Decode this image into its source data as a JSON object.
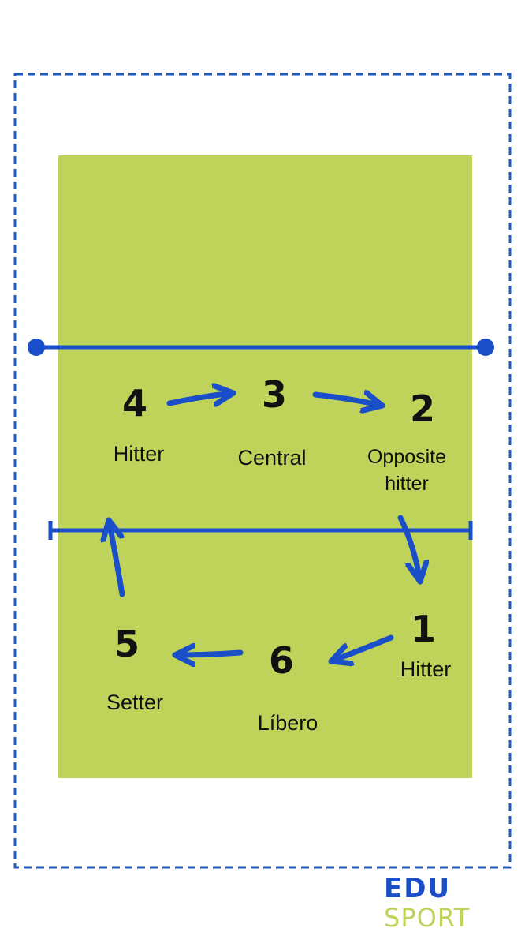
{
  "colors": {
    "court": "#bfd35a",
    "accent": "#1a4fc9",
    "border": "#1f5bc0",
    "text": "#111111",
    "logo_sport": "#bfd35a"
  },
  "positions": [
    {
      "number": "4",
      "role_lines": [
        "Hitter"
      ]
    },
    {
      "number": "3",
      "role_lines": [
        "Central"
      ]
    },
    {
      "number": "2",
      "role_lines": [
        "Opposite",
        "hitter"
      ]
    },
    {
      "number": "1",
      "role_lines": [
        "Hitter"
      ]
    },
    {
      "number": "6",
      "role_lines": [
        "Líbero"
      ]
    },
    {
      "number": "5",
      "role_lines": [
        "Setter"
      ]
    }
  ],
  "rotation_arrows": [
    "4-to-3",
    "3-to-2",
    "2-to-1",
    "1-to-6",
    "6-to-5",
    "5-to-4"
  ],
  "logo": {
    "line1": "EDU",
    "line2": "SPORT"
  }
}
